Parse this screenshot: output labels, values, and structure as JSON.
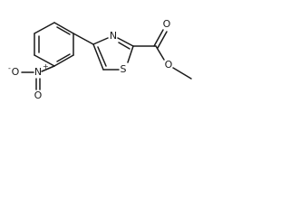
{
  "structure": {
    "atom_labels": {
      "nitro_oxygen_minus": "O",
      "nitro_oxygen_minus_charge": "-",
      "nitro_nitrogen": "N",
      "nitro_nitrogen_charge": "+",
      "nitro_oxygen": "O",
      "thiazole_nitrogen": "N",
      "thiazole_sulfur": "S",
      "ester_carbonyl_oxygen": "O",
      "ester_oxygen": "O"
    }
  }
}
